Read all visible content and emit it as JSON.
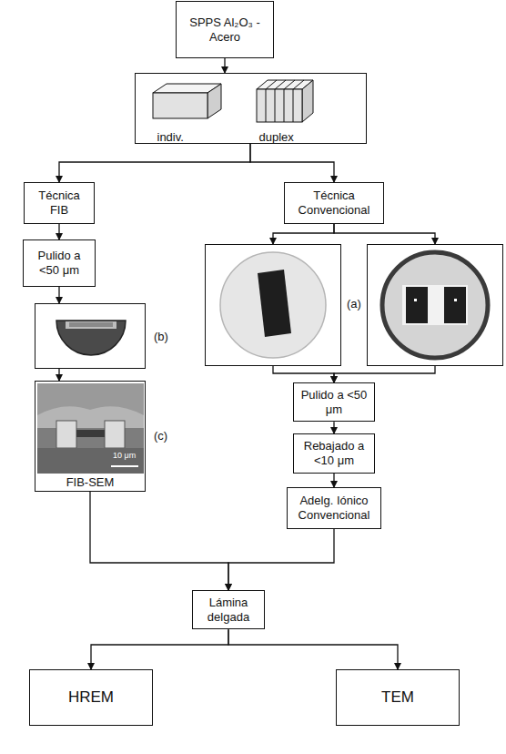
{
  "diagram": {
    "nodes": [
      {
        "text": [
          "SPPS Al₂O₃ - Acero"
        ]
      },
      {
        "text": [
          "indiv.",
          "duplex"
        ]
      },
      {
        "text": [
          "Técnica FIB"
        ]
      },
      {
        "text": [
          "Técnica Convencional"
        ]
      },
      {
        "text": [
          "Pulido a <50 μm"
        ]
      },
      {
        "text": [
          "(b)"
        ]
      },
      {
        "text": [
          "FIB-SEM",
          "(c)"
        ]
      },
      {
        "text": []
      },
      {
        "text": []
      },
      {
        "text": [
          "Pulido a <50 μm"
        ]
      },
      {
        "text": [
          "Rebajado a <10 μm"
        ]
      },
      {
        "text": [
          "Adelg. Iónico Convencional"
        ]
      },
      {
        "text": [
          "Lámina delgada"
        ]
      },
      {
        "text": [
          "HREM"
        ]
      },
      {
        "text": [
          "TEM"
        ]
      }
    ],
    "edges": [
      {
        "from": 0,
        "to": 1,
        "arrow": "to"
      },
      {
        "from": 1,
        "to": 2,
        "arrow": "to"
      },
      {
        "from": 1,
        "to": 3,
        "arrow": "to"
      },
      {
        "from": 2,
        "to": 4,
        "arrow": "to"
      },
      {
        "from": 4,
        "to": 5,
        "arrow": "to"
      },
      {
        "from": 5,
        "to": 6,
        "arrow": "to"
      },
      {
        "from": 3,
        "to": 7,
        "arrow": "to"
      },
      {
        "from": 3,
        "to": 8,
        "arrow": "to"
      },
      {
        "from": 7,
        "to": 9,
        "arrow": "to"
      },
      {
        "from": 8,
        "to": 9,
        "arrow": "to"
      },
      {
        "from": 9,
        "to": 10,
        "arrow": "to"
      },
      {
        "from": 10,
        "to": 11,
        "arrow": "to"
      },
      {
        "from": 6,
        "to": 12,
        "arrow": "to"
      },
      {
        "from": 11,
        "to": 12,
        "arrow": "to"
      },
      {
        "from": 12,
        "to": 13,
        "arrow": "to"
      },
      {
        "from": 12,
        "to": 14,
        "arrow": "to"
      }
    ],
    "labels": [
      "(a)",
      "10 μm"
    ]
  }
}
